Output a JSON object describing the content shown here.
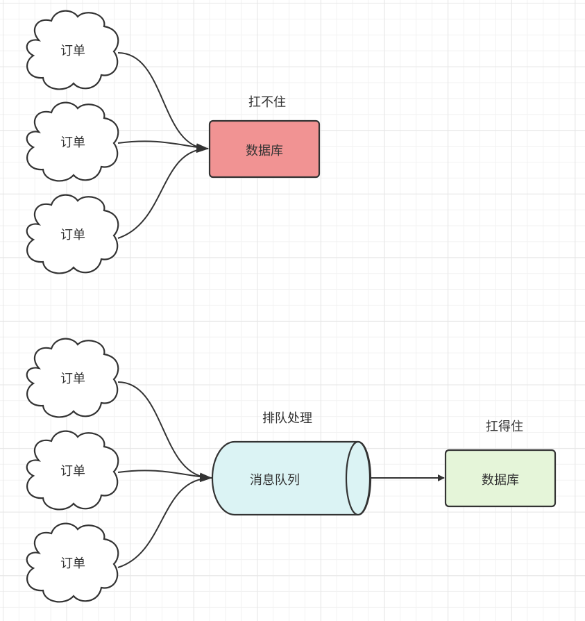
{
  "top": {
    "orders": [
      "订单",
      "订单",
      "订单"
    ],
    "caption": "扛不住",
    "database": "数据库",
    "database_color": "#f19393"
  },
  "bottom": {
    "orders": [
      "订单",
      "订单",
      "订单"
    ],
    "queue_caption": "排队处理",
    "queue": "消息队列",
    "queue_color": "#dbf3f4",
    "db_caption": "扛得住",
    "database": "数据库",
    "database_color": "#e5f5d9"
  }
}
